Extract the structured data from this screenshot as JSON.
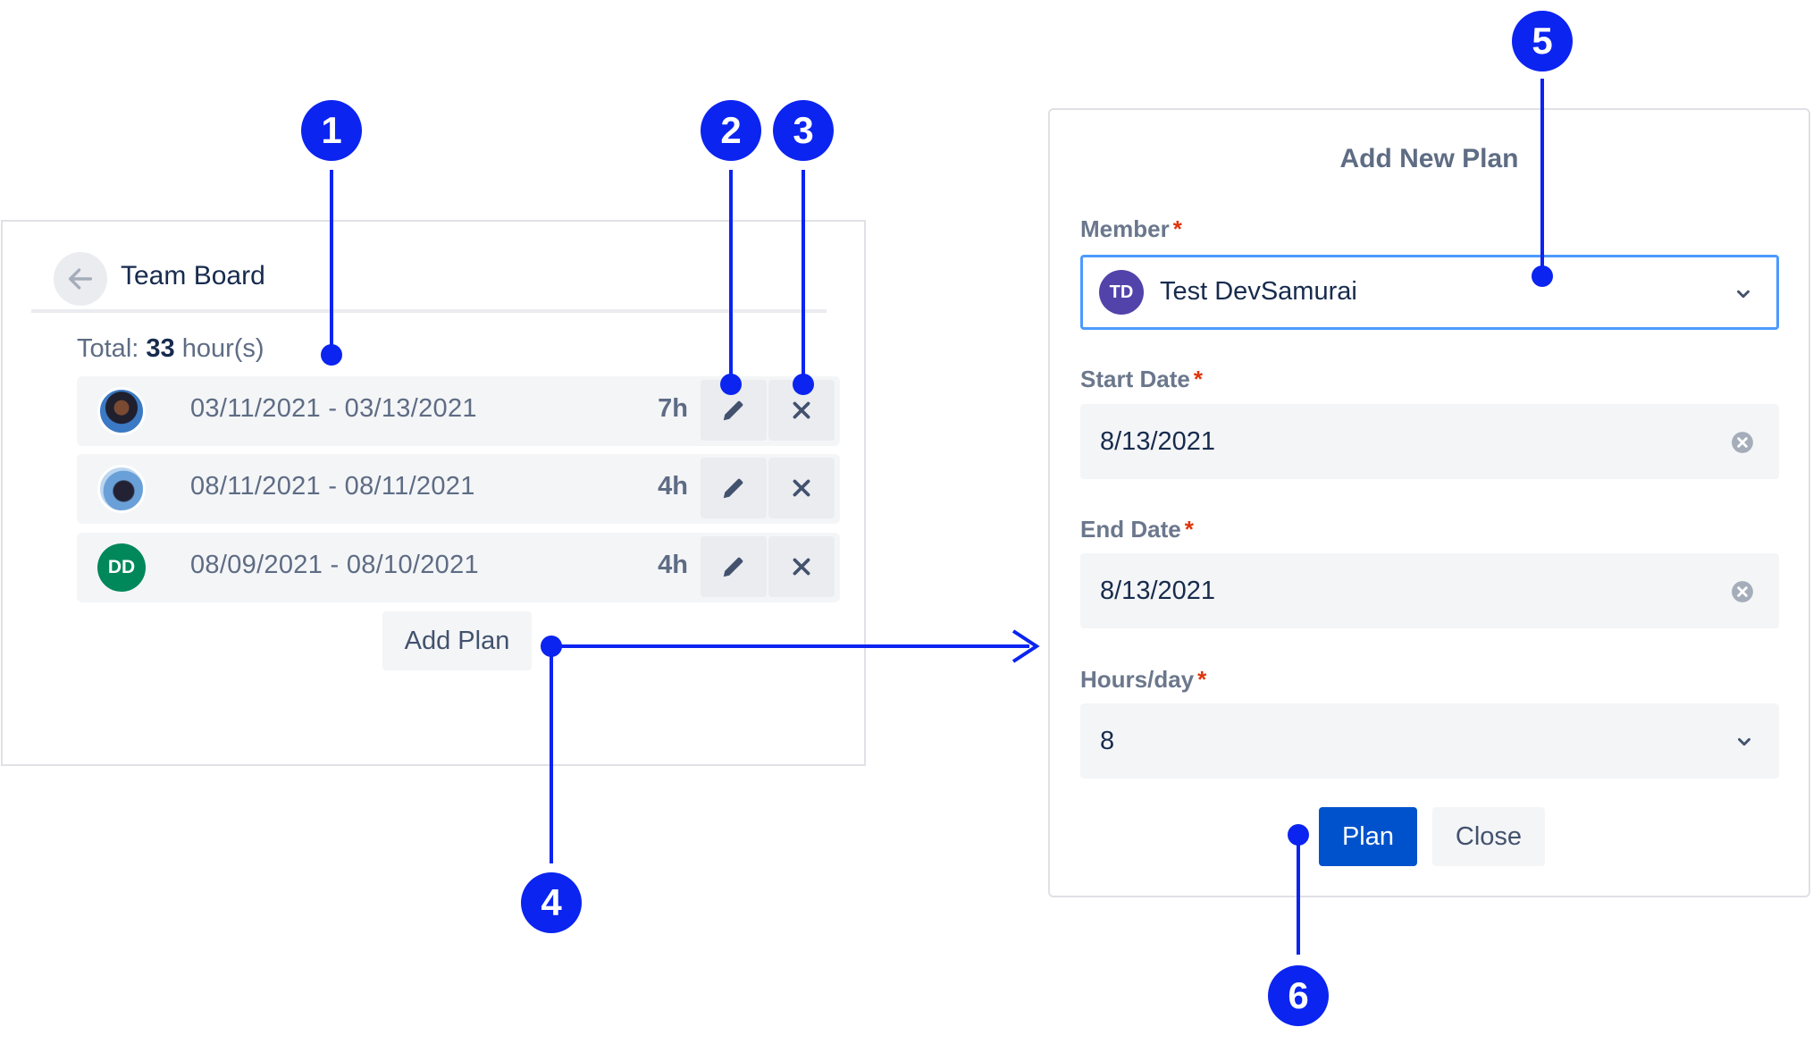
{
  "team_board": {
    "title": "Team Board",
    "total_label": "Total:",
    "total_value": "33",
    "total_unit": "hour(s)",
    "rows": [
      {
        "avatar": "member-photo-1",
        "dates": "03/11/2021 - 03/13/2021",
        "hours": "7h"
      },
      {
        "avatar": "member-photo-2",
        "dates": "08/11/2021 - 08/11/2021",
        "hours": "4h"
      },
      {
        "avatar_initials": "DD",
        "dates": "08/09/2021 - 08/10/2021",
        "hours": "4h"
      }
    ],
    "add_plan_label": "Add Plan",
    "icons": {
      "back": "arrow-left-icon",
      "edit": "pencil-icon",
      "delete": "close-icon"
    }
  },
  "add_plan_modal": {
    "title": "Add New Plan",
    "member": {
      "label": "Member",
      "avatar_initials": "TD",
      "value": "Test DevSamurai"
    },
    "start_date": {
      "label": "Start Date",
      "value": "8/13/2021"
    },
    "end_date": {
      "label": "End Date",
      "value": "8/13/2021"
    },
    "hours_per_day": {
      "label": "Hours/day",
      "value": "8"
    },
    "required_mark": "*",
    "plan_button": "Plan",
    "close_button": "Close"
  },
  "annotations": {
    "c1": "1",
    "c2": "2",
    "c3": "3",
    "c4": "4",
    "c5": "5",
    "c6": "6"
  },
  "colors": {
    "annotation": "#0b24f0",
    "primary_button": "#0052cc",
    "focus_border": "#4c9aff",
    "required": "#de350b",
    "avatar_dd": "#00875a",
    "avatar_td": "#5243aa"
  }
}
